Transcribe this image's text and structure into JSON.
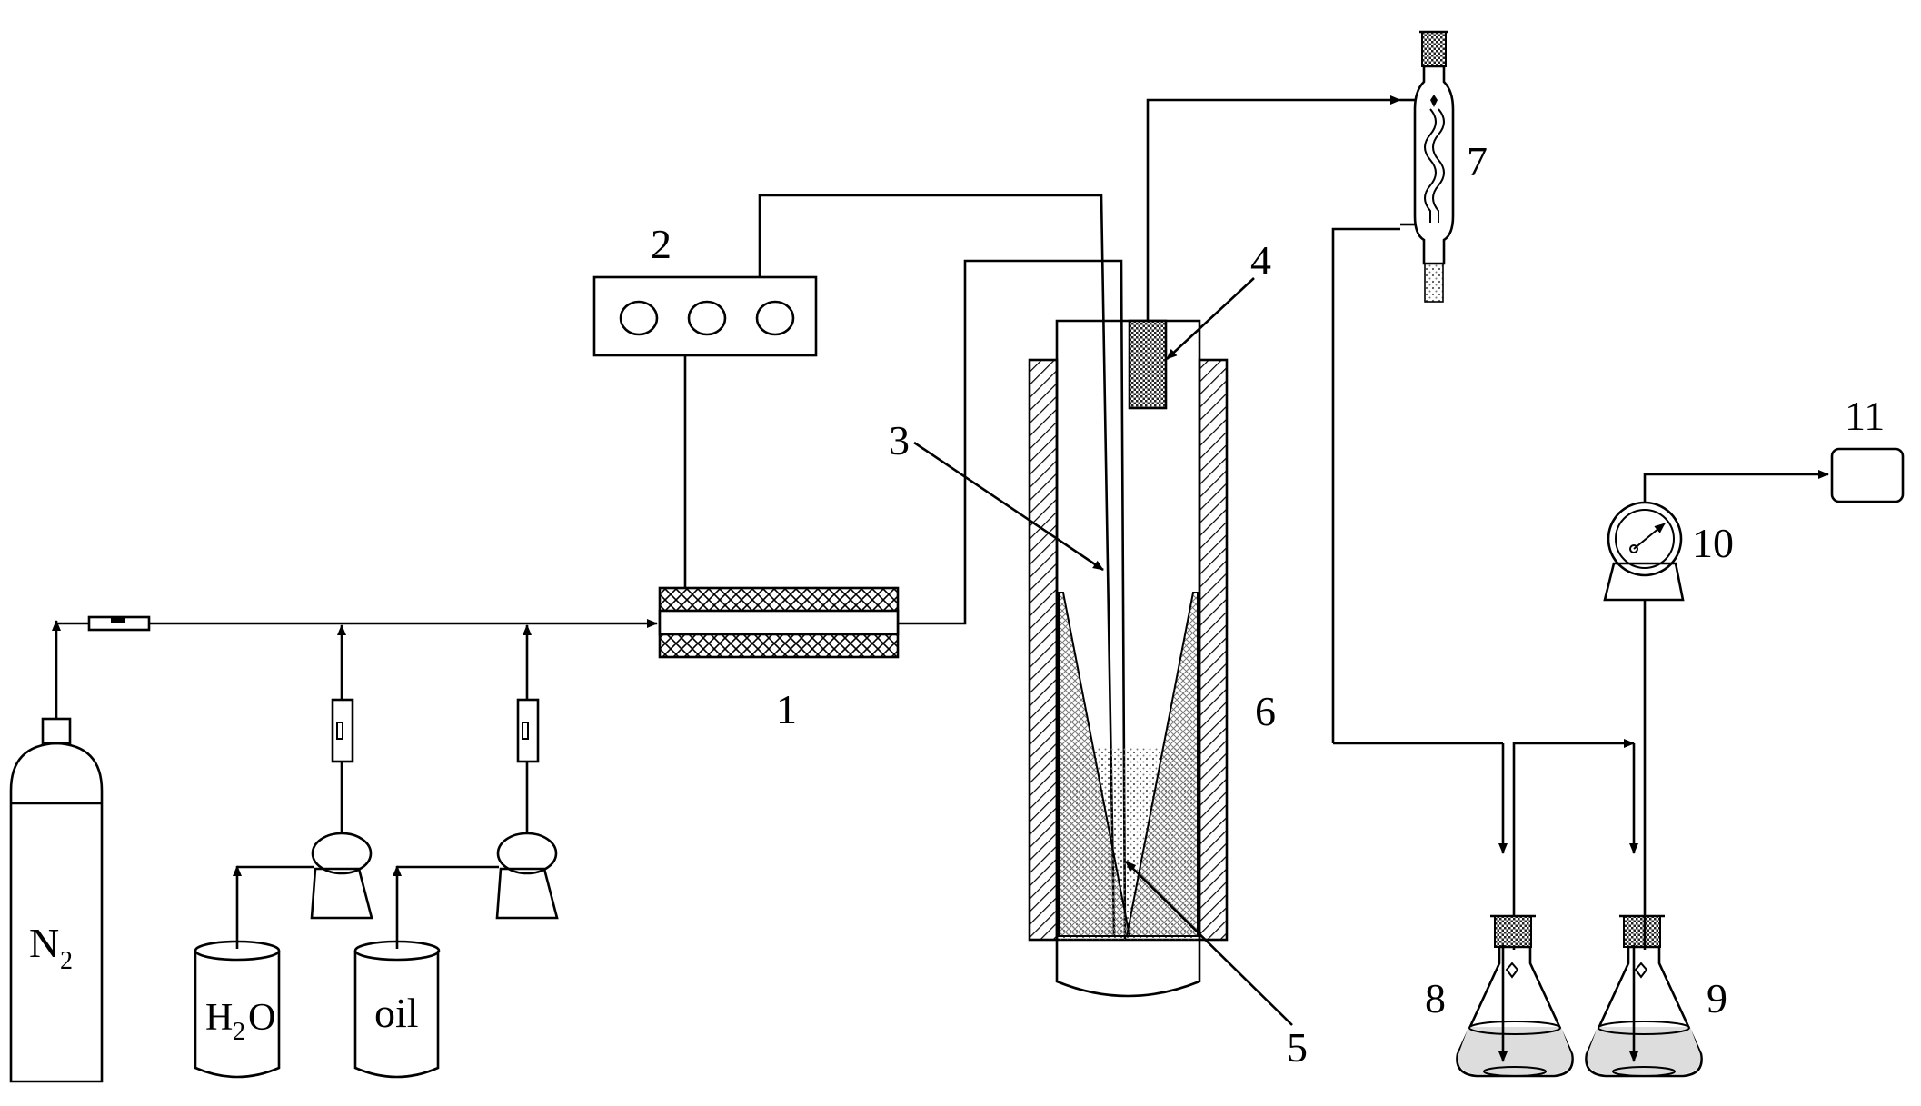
{
  "labels": {
    "n1": "1",
    "n2": "2",
    "n3": "3",
    "n4": "4",
    "n5": "5",
    "n6": "6",
    "n7": "7",
    "n8": "8",
    "n9": "9",
    "n10": "10",
    "n11": "11"
  },
  "tanks": {
    "water_main": "H",
    "water_sub": "2",
    "water_tail": "O",
    "oil": "oil"
  },
  "cylinder": {
    "gas_main": "N",
    "gas_sub": "2"
  }
}
